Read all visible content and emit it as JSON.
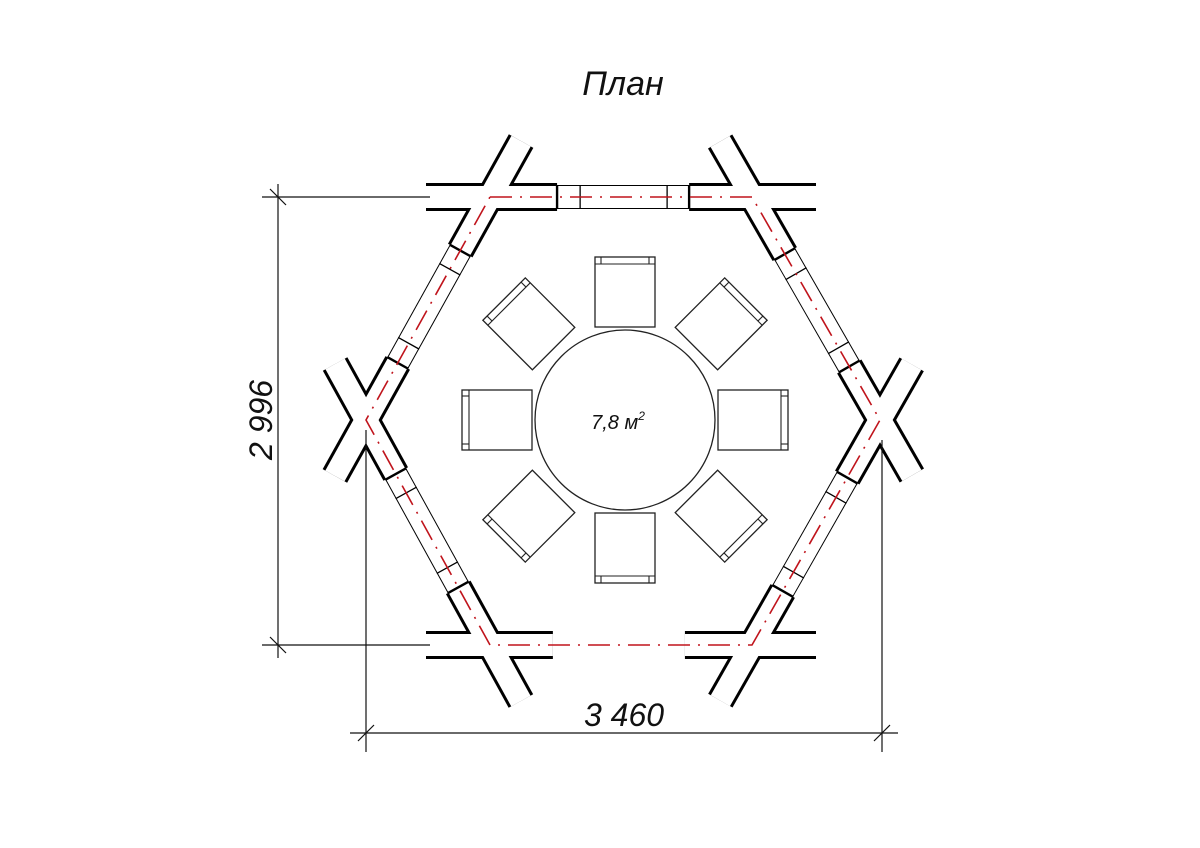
{
  "title": "План",
  "area_label": "7,8 м",
  "area_sup": "2",
  "dimensions": {
    "height": "2 996",
    "width": "3 460"
  },
  "colors": {
    "wall": "#000000",
    "axis": "#c0141c",
    "furniture": "#222222"
  },
  "chairs_count": 8
}
